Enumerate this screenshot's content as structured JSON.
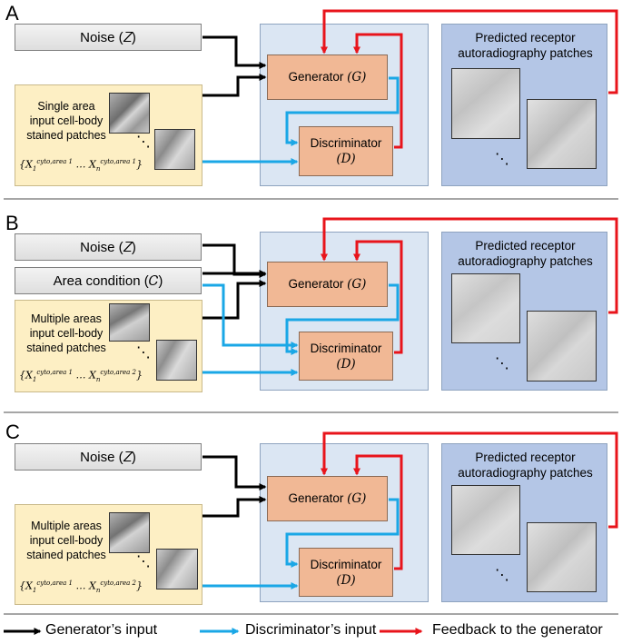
{
  "legend": {
    "generator_input": "Generator’s input",
    "discriminator_input": "Discriminator’s input",
    "feedback": "Feedback to the generator"
  },
  "colors": {
    "generator_arrow": "#000000",
    "discriminator_arrow": "#1aa7e6",
    "feedback_arrow": "#e8141b"
  },
  "panels": [
    {
      "letter": "A",
      "noise": "Noise (𝑍)",
      "input_lines": [
        "Single area",
        "input cell-body",
        "stained patches"
      ],
      "formula": {
        "x1": "X",
        "s1": "1",
        "sup1": "cyto,area 1",
        "x2": "X",
        "s2": "n",
        "sup2": "cyto,area 1"
      },
      "generator": "Generator",
      "generator_sym": "(𝐺)",
      "discriminator": "Discriminator",
      "discriminator_sym": "(𝐷)",
      "predicted": [
        "Predicted receptor",
        "autoradiography patches"
      ]
    },
    {
      "letter": "B",
      "noise": "Noise (𝑍)",
      "area_condition": "Area condition (𝐶)",
      "input_lines": [
        "Multiple areas",
        "input cell-body",
        "stained patches"
      ],
      "formula": {
        "x1": "X",
        "s1": "1",
        "sup1": "cyto,area 1",
        "x2": "X",
        "s2": "n",
        "sup2": "cyto,area 2"
      },
      "generator": "Generator",
      "generator_sym": "(𝐺)",
      "discriminator": "Discriminator",
      "discriminator_sym": "(𝐷)",
      "predicted": [
        "Predicted receptor",
        "autoradiography patches"
      ]
    },
    {
      "letter": "C",
      "noise": "Noise (𝑍)",
      "input_lines": [
        "Multiple areas",
        "input cell-body",
        "stained patches"
      ],
      "formula": {
        "x1": "X",
        "s1": "1",
        "sup1": "cyto,area 1",
        "x2": "X",
        "s2": "n",
        "sup2": "cyto,area 2"
      },
      "generator": "Generator",
      "generator_sym": "(𝐺)",
      "discriminator": "Discriminator",
      "discriminator_sym": "(𝐷)",
      "predicted": [
        "Predicted receptor",
        "autoradiography patches"
      ]
    }
  ]
}
